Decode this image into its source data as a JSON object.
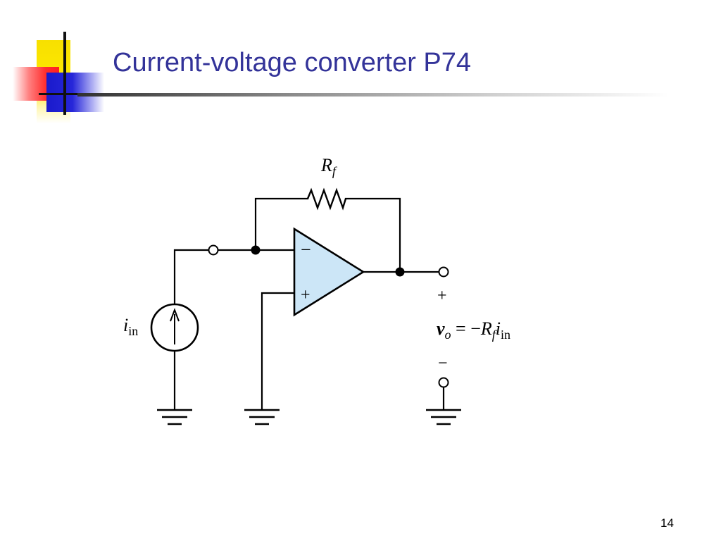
{
  "slide": {
    "title": "Current-voltage converter P74",
    "page_number": "14"
  },
  "circuit": {
    "resistor_symbol": "R",
    "resistor_subscript": "f",
    "opamp_inverting": "−",
    "opamp_noninverting": "+",
    "source_symbol": "i",
    "source_subscript": "in",
    "output_plus": "+",
    "output_minus": "−",
    "equation": {
      "lhs": "v",
      "lhs_subscript": "o",
      "equals_minus": " = −",
      "r": "R",
      "r_subscript": "f",
      "i": "i",
      "i_subscript": "in"
    },
    "opamp_fill": "#cce6f7"
  }
}
